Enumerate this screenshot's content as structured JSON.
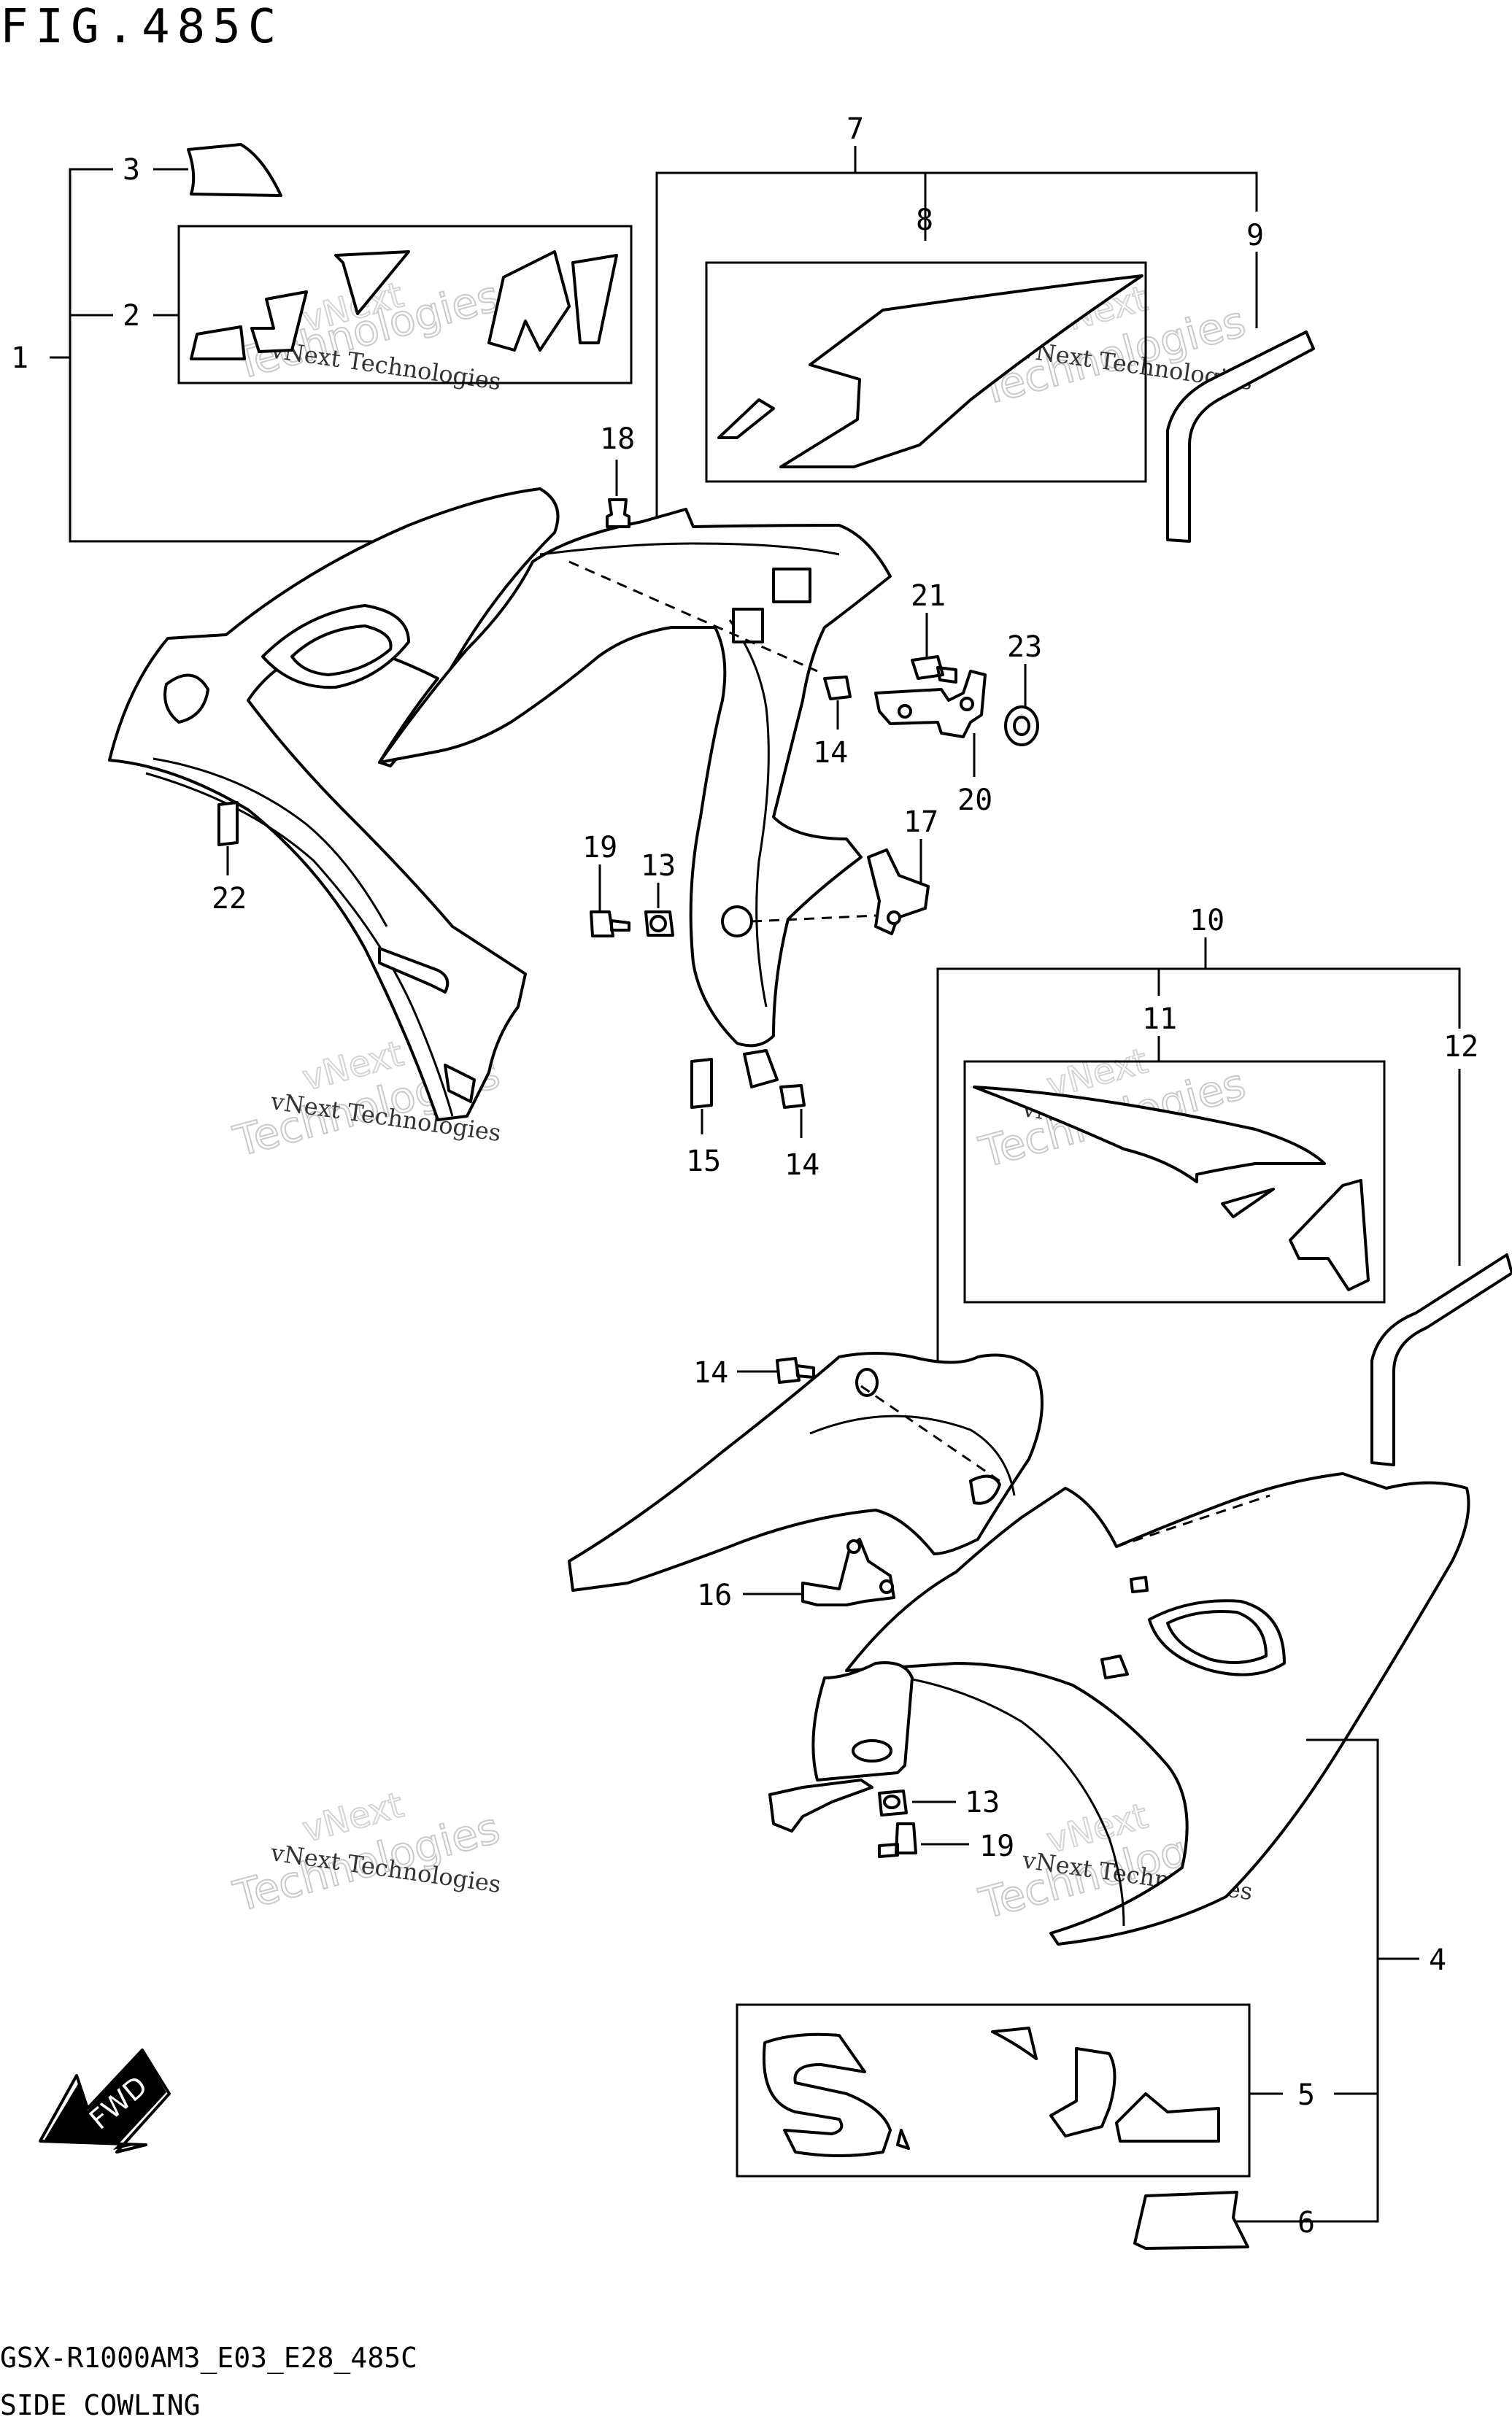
{
  "figure": {
    "title": "FIG.485C",
    "model_code": "GSX-R1000AM3_E03_E28_485C",
    "section_name": "SIDE COWLING"
  },
  "callouts": {
    "c1": "1",
    "c2": "2",
    "c3": "3",
    "c4": "4",
    "c5": "5",
    "c6": "6",
    "c7": "7",
    "c8": "8",
    "c9": "9",
    "c10": "10",
    "c11": "11",
    "c12": "12",
    "c13a": "13",
    "c13b": "13",
    "c14a": "14",
    "c14b": "14",
    "c14c": "14",
    "c15": "15",
    "c16": "16",
    "c17": "17",
    "c18": "18",
    "c19a": "19",
    "c19b": "19",
    "c20": "20",
    "c21": "21",
    "c22": "22",
    "c23": "23"
  },
  "fwd_arrow": {
    "label": "FWD"
  },
  "watermark": {
    "brand": "vNext Technologies",
    "line1": "vNext",
    "line2": "Technologies"
  }
}
